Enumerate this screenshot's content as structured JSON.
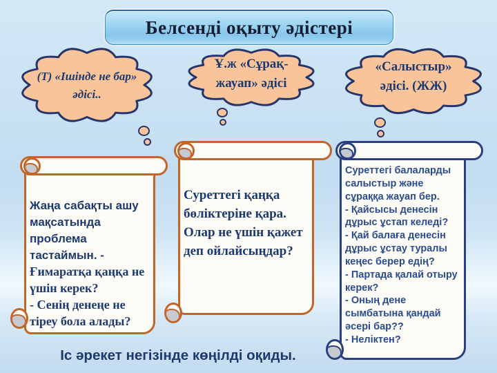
{
  "slide": {
    "title": "Белсенді оқыту әдістері",
    "footer": "Іс әрекет негізінде көңілді оқиды."
  },
  "clouds": [
    {
      "text": "(Т) «Ішінде не бар» әдісі.."
    },
    {
      "text": "Ұ.ж «Сұрақ-жауап» әдісі"
    },
    {
      "text": "«Салыстыр» әдісі. (ЖЖ)"
    }
  ],
  "scrolls": [
    {
      "text_part1": "Жаңа сабақты ашу мақсатында проблема тастаймын. -",
      "text_part2": "Ғимаратқа қаңқа не үшін керек?\n- Сенің денеңе  не тіреу бола алады?"
    },
    {
      "text": "Суреттегі қаңқа бөліктеріне қара. Олар не үшін қажет деп ойлайсыңдар?"
    },
    {
      "text": "Суреттегі балаларды салыстыр және сұраққа жауап бер.\n- Қайсысы денесін дұрыс ұстап келеді?\n- Қай балаға денесін дұрыс ұстау туралы кеңес берер едің?\n- Партада қалай отыру керек?\n- Оның дене сымбатына қандай әсері бар??\n- Неліктен?"
    }
  ],
  "colors": {
    "banner_border": "#4a86b8",
    "cloud_fill": "#f9c499",
    "cloud_outline": "#28356b",
    "scroll_orange": "#c2652a",
    "scroll_navy": "#2a3f7d",
    "paper": "#fdfbf6",
    "ink_navy": "#1d3a6e",
    "ink_bright": "#2b4c8e",
    "curl_gray": "#c7c9d1"
  }
}
